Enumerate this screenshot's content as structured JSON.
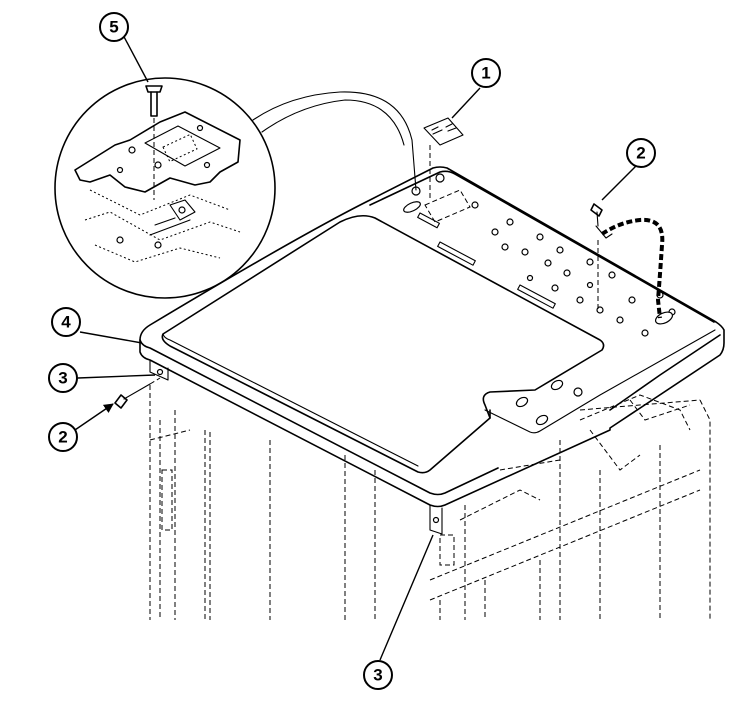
{
  "callouts": [
    {
      "id": "c5",
      "label": "5"
    },
    {
      "id": "c1",
      "label": "1"
    },
    {
      "id": "c2top",
      "label": "2"
    },
    {
      "id": "c4",
      "label": "4"
    },
    {
      "id": "c3left",
      "label": "3"
    },
    {
      "id": "c2left",
      "label": "2"
    },
    {
      "id": "c3bottom",
      "label": "3"
    }
  ],
  "colors": {
    "line": "#000000",
    "background": "#ffffff"
  }
}
